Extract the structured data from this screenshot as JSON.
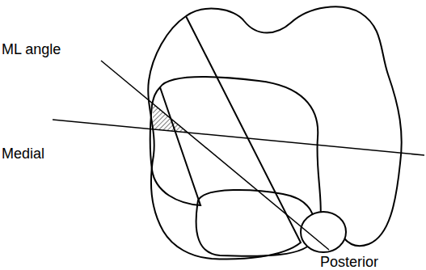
{
  "diagram": {
    "labels": [
      "ML angle",
      "Medial",
      "Posterior"
    ]
  }
}
